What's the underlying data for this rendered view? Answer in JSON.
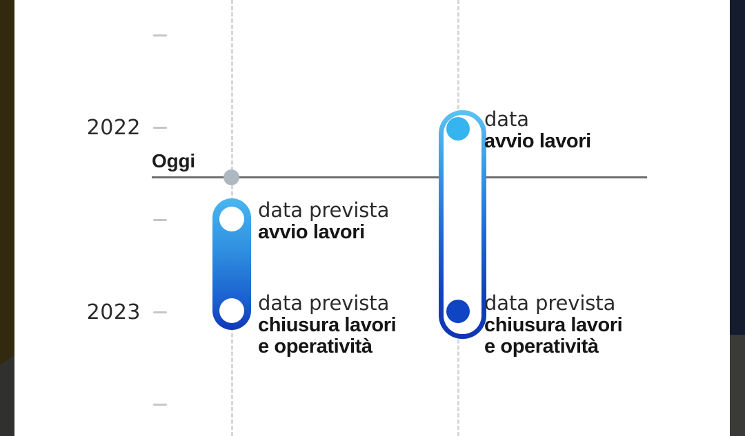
{
  "chart_data": {
    "type": "timeline",
    "title": "",
    "ylabel": "",
    "axis_years": [
      "2022",
      "2023"
    ],
    "today_label": "Oggi",
    "today_value_position": "between 2022 and 2023",
    "tracks": [
      {
        "id": "track-left",
        "style": "filled-gradient-capsule",
        "start_label_lead": "data prevista",
        "start_label_strong": "avvio lavori",
        "end_label_lead": "data prevista",
        "end_label_strong_1": "chiusura lavori",
        "end_label_strong_2": "e operatività",
        "start_is_forecast": true,
        "end_is_forecast": true,
        "crosses_today": false
      },
      {
        "id": "track-right",
        "style": "outlined-gradient-capsule",
        "start_label_lead": "data",
        "start_label_strong": "avvio lavori",
        "end_label_lead": "data prevista",
        "end_label_strong_1": "chiusura lavori",
        "end_label_strong_2": "e operatività",
        "start_is_forecast": false,
        "end_is_forecast": true,
        "crosses_today": true
      }
    ],
    "colors": {
      "gradient_start": "#49b6ef",
      "gradient_end": "#1138b8",
      "today_line": "#6d6d6d",
      "today_dot": "#aeb8c0",
      "today_ring": "#e8a93a",
      "guide_dash": "#d6d6d6",
      "tick": "#c6c6c6",
      "text": "#2b2b2b",
      "text_strong": "#151515"
    }
  },
  "axis": {
    "years": [
      {
        "label": "2022"
      },
      {
        "label": "2023"
      }
    ],
    "ticks": 5
  },
  "today": {
    "label": "Oggi"
  },
  "left_track": {
    "start": {
      "lead": "data prevista",
      "strong": "avvio lavori"
    },
    "end": {
      "lead": "data prevista",
      "strong_1": "chiusura lavori",
      "strong_2": "e operatività"
    }
  },
  "right_track": {
    "start": {
      "lead": "data",
      "strong": "avvio lavori"
    },
    "end": {
      "lead": "data prevista",
      "strong_1": "chiusura lavori",
      "strong_2": "e operatività"
    }
  }
}
